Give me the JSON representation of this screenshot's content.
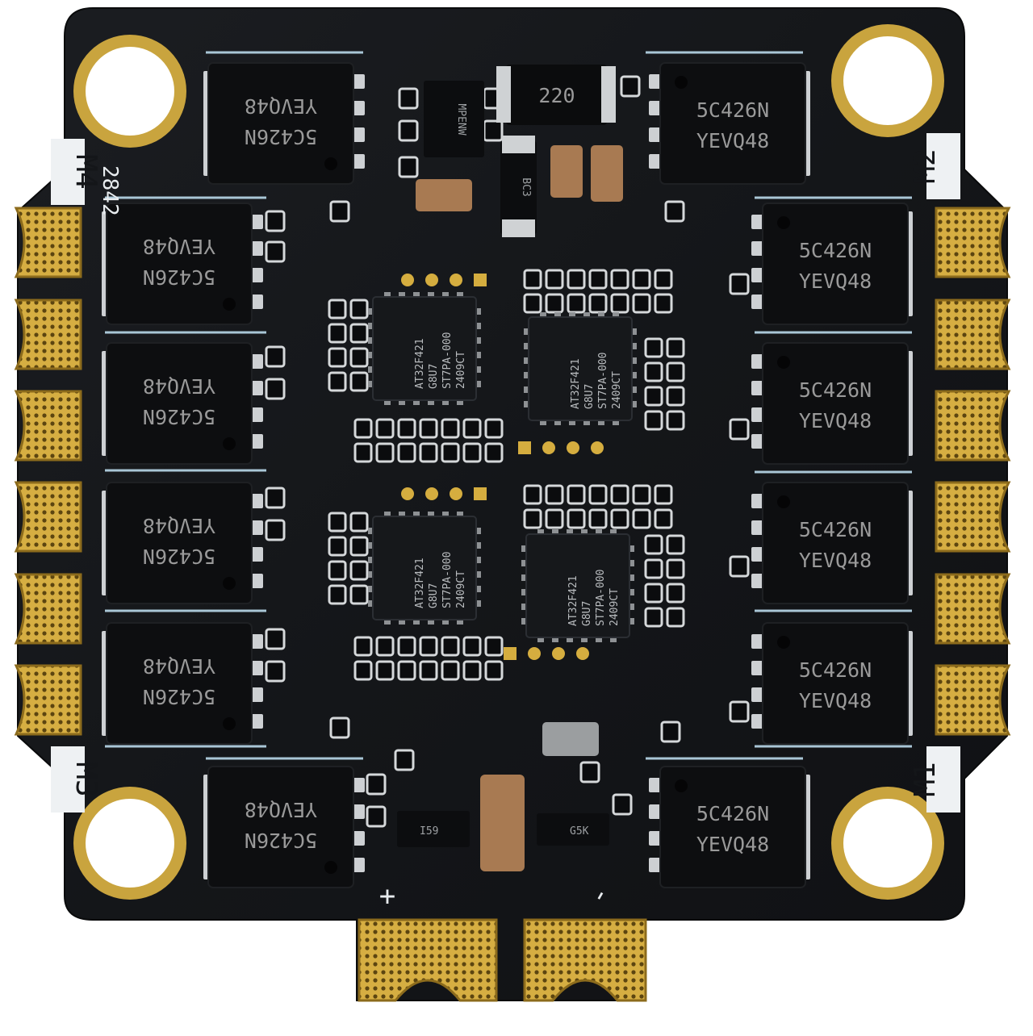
{
  "board": {
    "colors": {
      "pcb": "#141619",
      "mask_edge": "#202328",
      "gold": "#cfa63a",
      "gold_dark": "#8c6b1c",
      "silk": "#e8ecef",
      "chip": "#0d0e10",
      "pad": "#cdd0d3"
    },
    "motor_labels": [
      "M1",
      "M2",
      "M3",
      "M4"
    ],
    "power_labels": {
      "positive": "+",
      "negative": "-"
    },
    "mosfet": {
      "line1": "5C426N",
      "line2": "YEVQ48"
    },
    "mcu": {
      "line1": "AT32F421",
      "line2": "G8U7",
      "line3": "ST7PA-000",
      "line4": "2409CT"
    },
    "regulator_top_marking": "MPENW",
    "regulator_bottom_marking": "I59",
    "ldo_bottom_marking": "G5K",
    "inductor_marking": "220",
    "cap_marking": "BC3",
    "board_code": "2842"
  }
}
